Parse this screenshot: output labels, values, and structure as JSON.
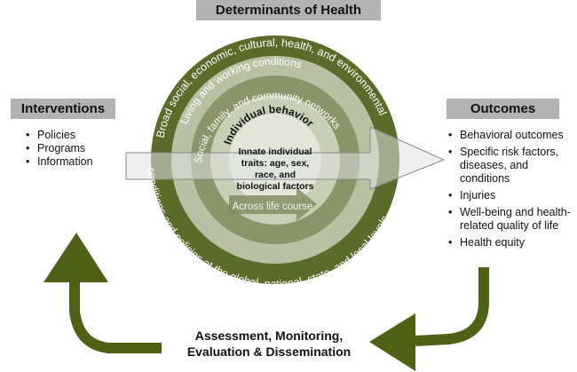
{
  "determinants": {
    "title": "Determinants of Health",
    "rings": [
      {
        "label": "Broad social, economic, cultural, health, and environmental conditions and policies at the global, national, state, and local levels",
        "color": "#5a6b2a"
      },
      {
        "label": "Living and working conditions",
        "color": "#b9c0a3"
      },
      {
        "label": "Social, family, and community networks",
        "color": "#8a9569"
      },
      {
        "label": "Individual behavior",
        "color": "#c9cfb6"
      },
      {
        "label": "Innate individual traits: age, sex, race, and biological factors",
        "color": "#e3e6d9"
      }
    ],
    "ring_top_text": "Broad social, economic, cultural, health, and environmental",
    "ring_bottom_text": "conditions and policies at the global, national, state, and local levels",
    "living": "Living and working conditions",
    "social": "Social, family, and community networks",
    "individual": "Individual behavior",
    "core": "Innate individual traits: age, sex, race, and biological factors",
    "life_course": "Across life course"
  },
  "interventions": {
    "title": "Interventions",
    "items": [
      "Policies",
      "Programs",
      "Information"
    ]
  },
  "outcomes": {
    "title": "Outcomes",
    "items": [
      "Behavioral outcomes",
      "Specific risk factors, diseases, and conditions",
      "Injuries",
      "Well-being and health-related quality of life",
      "Health equity"
    ]
  },
  "assessment": {
    "line1": "Assessment, Monitoring,",
    "line2": "Evaluation & Dissemination"
  },
  "colors": {
    "arrow_green": "#4e6114",
    "header_gray": "#b3b3b3",
    "flow_arrow_fill": "#e2e2e2"
  }
}
